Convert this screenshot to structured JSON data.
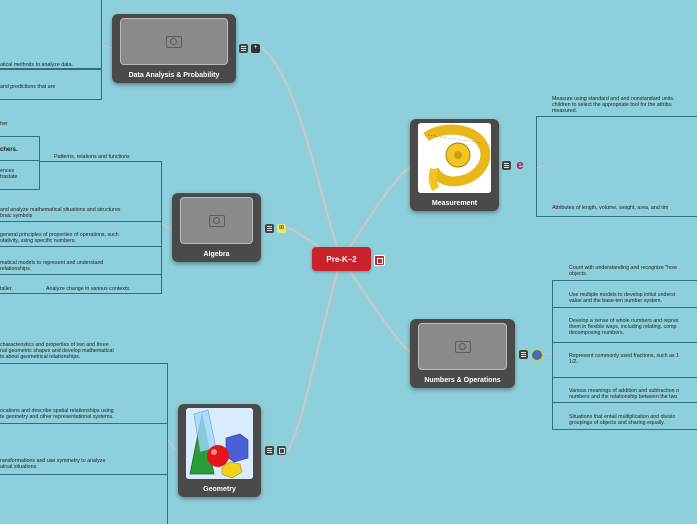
{
  "root": {
    "label": "Pre-K–2"
  },
  "nodes": {
    "data_analysis": "Data Analysis & Probability",
    "algebra": "Algebra",
    "geometry": "Geometry",
    "measurement": "Measurement",
    "numbers": "Numbers & Operations"
  },
  "badges": {
    "measurement_letter": "e"
  },
  "left_texts": {
    "da1": "atical methods to analyze data.",
    "da2": "and predictions that are",
    "al_her": "her",
    "al_chers": "chers.",
    "al_ences": "ences",
    "al_traslate": "traslate",
    "al_patterns": "Patterns, relations and functions",
    "al_a1": "and analyze mathematical situations and structures",
    "al_a2": "braic symbols",
    "al_b1": "general principles of properties of operations, such",
    "al_b2": "utativity, using specific numbers.",
    "al_c1": "matical models to represent and understand",
    "al_c2": "relationships.",
    "al_d1": "taller.",
    "al_d2": "Analyze change in various contexts.",
    "ge_a1": "characteristics and properties of two and three",
    "ge_a2": "nal geometric shapes and develop mathematical",
    "ge_a3": "ts about geometrical relationships.",
    "ge_b1": "ocations and describe spatial relationships using",
    "ge_b2": "te geometry and other representational systems.",
    "ge_c1": "ransformations and use symmetry to analyze",
    "ge_c2": "atical situations."
  },
  "right_texts": {
    "me_a1": "Measure using standard and and nonstandard units.",
    "me_a2": "children to select the appropriate tool for the attribu",
    "me_a3": "measured.",
    "me_b": "Attributes of length, volume, weight, area, and tim",
    "nu_a1": "Count with understanding and recognize \"how",
    "nu_a2": "objects.",
    "nu_b1": "Use multiple models to develop initial underst",
    "nu_b2": "value and the base-ten number system.",
    "nu_c1": "Develop a sense of whole numbers and repres",
    "nu_c2": "them in flexible ways, including relating, comp",
    "nu_c3": "decomposing numbers.",
    "nu_d1": "Represent commonly used fractions, such as 1",
    "nu_d2": "1/2.",
    "nu_e1": "Various meanings of addition and subtraction o",
    "nu_e2": "numbers and the relationship between the two",
    "nu_f1": "Situations that entail multiplication and divisio",
    "nu_f2": "groupings of objects and sharing equally."
  },
  "colors": {
    "root": "#c8232c",
    "node": "#4a4a4a",
    "background": "#8ecfdc",
    "badge_e": "#c2185b"
  }
}
